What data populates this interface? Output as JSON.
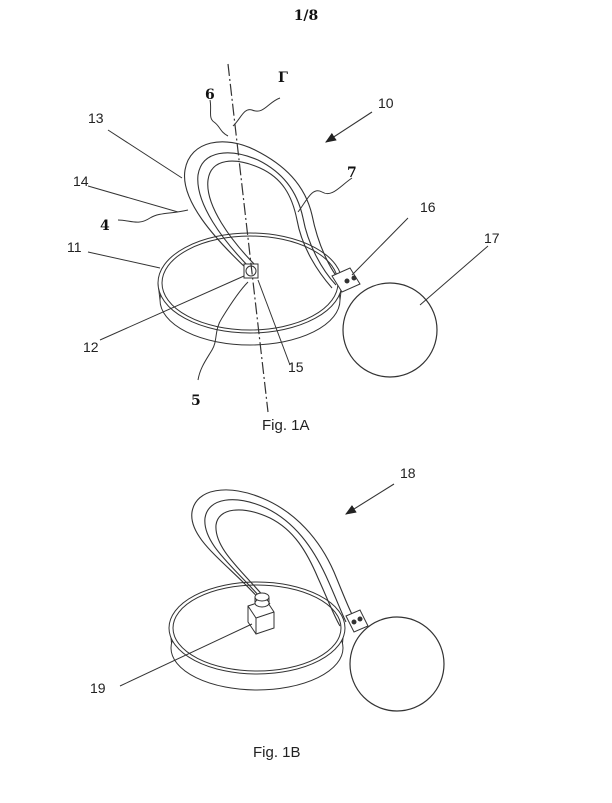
{
  "page": {
    "number": "1/8"
  },
  "fig1a": {
    "caption": "Fig. 1A",
    "labels": {
      "gamma": "Γ",
      "l6": "6",
      "l10": "10",
      "l13": "13",
      "l14": "14",
      "l4": "4",
      "l7": "7",
      "l16": "16",
      "l17": "17",
      "l11": "11",
      "l12": "12",
      "l15": "15",
      "l5": "5"
    }
  },
  "fig1b": {
    "caption": "Fig. 1B",
    "labels": {
      "l18": "18",
      "l19": "19"
    }
  }
}
